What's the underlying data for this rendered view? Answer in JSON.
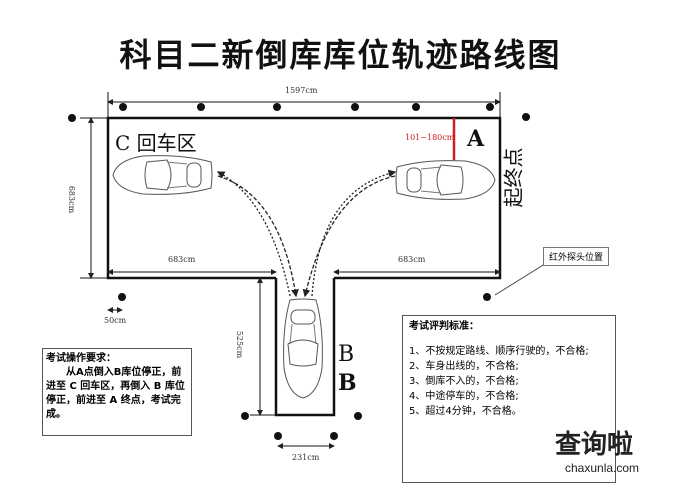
{
  "title": "科目二新倒库库位轨迹路线图",
  "dimensions": {
    "total_width": "1597cm",
    "left_width": "683cm",
    "right_width": "683cm",
    "depth": "683cm",
    "stall_depth": "525cm",
    "stall_width": "231cm",
    "margin": "50cm",
    "range": "101~180cm"
  },
  "labels": {
    "a": "A",
    "c": "C 回车区",
    "b1": "B",
    "b2": "B",
    "start_end": "起终点",
    "sensor": "红外探头位置"
  },
  "requirements": {
    "title": "考试操作要求：",
    "body": "从A点倒入B库位停正，前进至 C 回车区，再倒入 B 库位停正，前进至 A 终点，考试完成。"
  },
  "criteria": {
    "title": "考试评判标准：",
    "items": [
      "1、不按规定路线、顺序行驶的，不合格;",
      "2、车身出线的，不合格;",
      "3、倒库不入的，不合格;",
      "4、中途停车的，不合格;",
      "5、超过4分钟，不合格。"
    ]
  },
  "logo": {
    "name": "查询啦",
    "url": "chaxunla.com"
  },
  "colors": {
    "line": "#111111",
    "red": "#d02020",
    "logo_blue": "#1e8fe6"
  }
}
